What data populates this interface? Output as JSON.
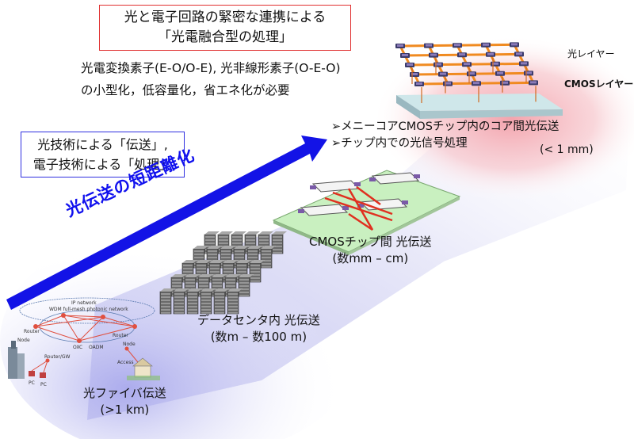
{
  "title_box": {
    "line1": "光と電子回路の緊密な連携による",
    "line2": "「光電融合型の処理」"
  },
  "requirements": {
    "line1": "光電変換素子(E-O/O-E), 光非線形素子(O-E-O)",
    "line2": "の小型化，低容量化，省エネ化が必要"
  },
  "transport_box": {
    "line1": "光技術による「伝送」,",
    "line2": "電子技術による「処理」"
  },
  "arrow_label": "光伝送の短距離化",
  "manycore": {
    "line1": "➢メニーコアCMOSチップ内のコア間光伝送",
    "line2": "➢チップ内での光信号処理",
    "range": "(< 1 mm)"
  },
  "layers": {
    "optical": "光レイヤー",
    "cmos": "CMOSレイヤー"
  },
  "cmos_chip": {
    "label": "CMOSチップ間 光伝送",
    "range": "(数mm – cm)"
  },
  "datacenter": {
    "label": "データセンタ内 光伝送",
    "range": "(数m – 数100 m)"
  },
  "fiber": {
    "label": "光ファイバ伝送",
    "range": "(>1 km)"
  },
  "network": {
    "ip": "IP network",
    "wdm": "WDM full-mesh photonic network",
    "router_left": "Router",
    "node_left": "Node",
    "router_gw": "Router/GW",
    "oxc": "OXC",
    "oadm": "OADM",
    "router_right": "Router",
    "node_right": "Node",
    "access": "Access",
    "pc1": "PC",
    "pc2": "PC"
  },
  "colors": {
    "arrow": "#1313e6",
    "title_border": "#e03030",
    "transport_border": "#3030e0",
    "chip_board": "#c9f0c0",
    "optical_link": "#e03020",
    "glow_red": "#f5a0a8",
    "glow_blue": "#a8a8f0"
  }
}
